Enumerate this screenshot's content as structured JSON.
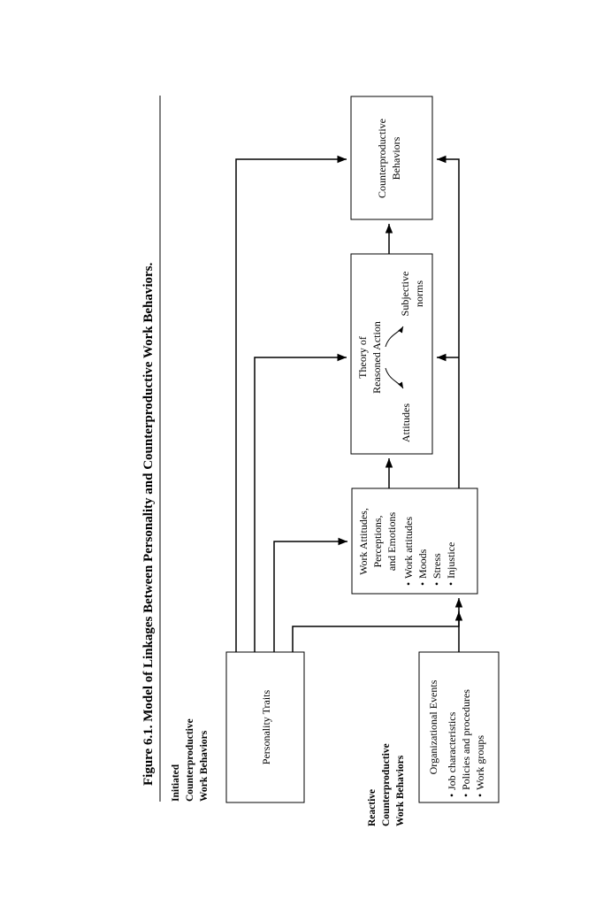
{
  "figure": {
    "title": "Figure 6.1.  Model of Linkages Between Personality and Counterproductive Work Behaviors."
  },
  "headers": {
    "initiated": [
      "Initiated",
      "Counterproductive",
      "Work Behaviors"
    ],
    "reactive": [
      "Reactive",
      "Counterproductive",
      "Work Behaviors"
    ]
  },
  "boxes": {
    "personality_traits": "Personality Traits",
    "organizational_events": {
      "heading": "Organizational Events",
      "items": [
        "Job characteristics",
        "Policies and procedures",
        "Work groups"
      ]
    },
    "work_attitudes": {
      "heading": [
        "Work Attitudes,",
        "Perceptions,",
        "and Emotions"
      ],
      "items": [
        "Work attitudes",
        "Moods",
        "Stress",
        "Injustice"
      ]
    },
    "theory_reasoned_action": {
      "heading": [
        "Theory of",
        "Reasoned Action"
      ],
      "attitudes": "Attitudes",
      "subjective_norms": [
        "Subjective",
        "norms"
      ]
    },
    "counterproductive": [
      "Counterproductive",
      "Behaviors"
    ]
  },
  "bullet": "•"
}
